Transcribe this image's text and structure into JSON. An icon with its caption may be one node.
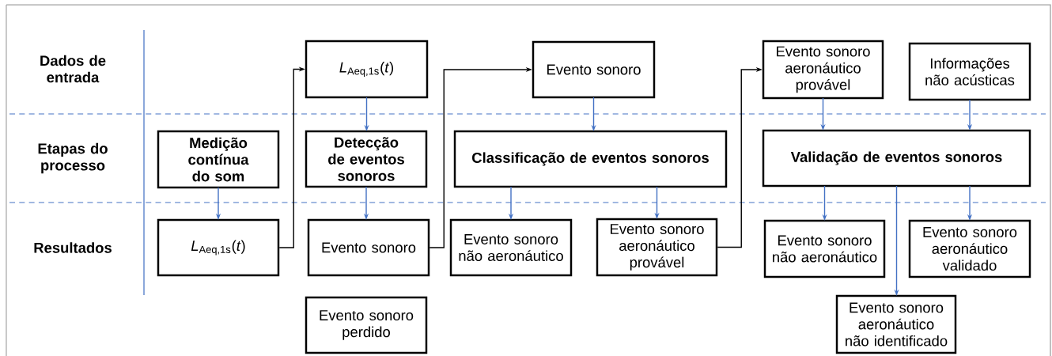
{
  "diagram": {
    "nodes": [
      {
        "text": [
          "*L*$_{Aeq,1s}$(*t*)"
        ]
      },
      {
        "text": [
          "Evento sonoro"
        ]
      },
      {
        "text": [
          "Evento sonoro aeronáutico provável"
        ]
      },
      {
        "text": [
          "Informações não acústicas"
        ]
      },
      {
        "text": [
          "Medição contínua do som"
        ]
      },
      {
        "text": [
          "Detecção de eventos sonoros"
        ]
      },
      {
        "text": [
          "Classificação de eventos sonoros"
        ]
      },
      {
        "text": [
          "Validação de eventos sonoros"
        ]
      },
      {
        "text": [
          "*L*$_{Aeq,1s}$(*t*)"
        ]
      },
      {
        "text": [
          "Evento sonoro"
        ]
      },
      {
        "text": [
          "Evento sonoro não aeronáutico"
        ]
      },
      {
        "text": [
          "Evento sonoro aeronáutico provável"
        ]
      },
      {
        "text": [
          "Evento sonoro não aeronáutico"
        ]
      },
      {
        "text": [
          "Evento sonoro aeronáutico validado"
        ]
      },
      {
        "text": [
          "Evento sonoro perdido"
        ]
      },
      {
        "text": [
          "Evento sonoro aeronáutico não identificado"
        ]
      }
    ],
    "edges": [
      {
        "from": 4,
        "to": 8,
        "arrow": "to"
      },
      {
        "from": 8,
        "to": 0,
        "arrow": "to",
        "color": "#000000"
      },
      {
        "from": 0,
        "to": 5,
        "arrow": "to"
      },
      {
        "from": 5,
        "to": 9,
        "arrow": "to"
      },
      {
        "from": 9,
        "to": 1,
        "arrow": "to",
        "color": "#000000"
      },
      {
        "from": 1,
        "to": 6,
        "arrow": "to"
      },
      {
        "from": 6,
        "to": 10,
        "arrow": "to"
      },
      {
        "from": 6,
        "to": 11,
        "arrow": "to"
      },
      {
        "from": 11,
        "to": 2,
        "arrow": "to",
        "color": "#000000"
      },
      {
        "from": 2,
        "to": 7,
        "arrow": "to"
      },
      {
        "from": 3,
        "to": 7,
        "arrow": "to"
      },
      {
        "from": 7,
        "to": 12,
        "arrow": "to"
      },
      {
        "from": 7,
        "to": 15,
        "arrow": "to"
      },
      {
        "from": 7,
        "to": 13,
        "arrow": "to"
      }
    ],
    "labels": [
      "Dados de entrada",
      "Etapas do processo",
      "Resultados"
    ]
  }
}
